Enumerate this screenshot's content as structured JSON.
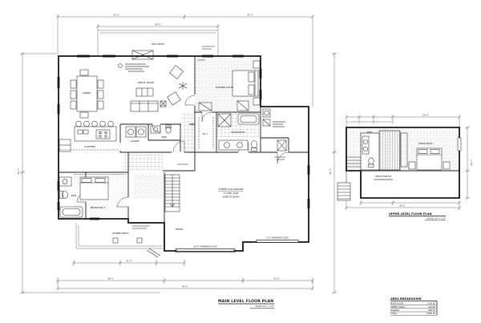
{
  "page": {
    "background": "#ffffff",
    "ink_color": "#161616",
    "dim_color": "#5a5a5a",
    "stipple_color": "#8f8f8f",
    "tile_color": "#888888"
  },
  "main_plan": {
    "title": "MAIN LEVEL FLOOR PLAN",
    "scale_note": "SCALE: 1/4\" = 1'-0\"",
    "labels": {
      "dining": "DINING",
      "great_room": "GREAT ROOM",
      "master_suite": "MASTER SUITE",
      "kitchen": "KITCHEN",
      "laundry": "LAUNDRY",
      "powder": "BATH",
      "wic": "W.I.C.",
      "master_bath": "MASTER BATH",
      "bedroom2": "BEDROOM 2",
      "bath2": "BATH",
      "entry": "ENTRY",
      "garage_line1": "THREE CAR GARAGE",
      "garage_line2": "4\" CONC. SLAB",
      "garage_line3": "SLOPE TO DOORS",
      "covered_porch": "COVERED PORCH",
      "deck": "DECK ABOVE",
      "door_left": "16'-0\" OVERHEAD DOOR",
      "door_right": "9'-0\" OVERHEAD DOOR"
    }
  },
  "upper_plan": {
    "title": "UPPER LEVEL FLOOR PLAN",
    "scale_note": "SCALE: 1/4\" = 1'-0\"",
    "labels": {
      "room": "BONUS ROOM",
      "note": "OPEN TO BELOW",
      "bath": "BATH"
    }
  },
  "area_breakdown": {
    "title": "AREA BREAKDOWN",
    "rows": [
      {
        "label": "MAIN FLOOR",
        "value": "2134 SF"
      },
      {
        "label": "UPPER FLOOR",
        "value": "414 SF"
      },
      {
        "label": "GARAGE",
        "value": "883 SF"
      },
      {
        "label": "TOTAL",
        "value": "2548 SF"
      }
    ]
  },
  "dimensions": {
    "top_total": "84'-0\"",
    "top_left_seg": "42'-0\"",
    "top_right_seg": "42'-0\"",
    "deck_width": "34'-0\"",
    "left_height": "52'-0\"",
    "right_height": "46'-0\"",
    "bottom_total": "84'-0\"",
    "bottom_left_seg": "26'-0\"",
    "bottom_right_seg": "20'-0\"",
    "porch_width": "14'-0\"",
    "upper_width": "28'-0\"",
    "upper_height": "16'-0\"",
    "upper_bottom": "24'-0\""
  }
}
